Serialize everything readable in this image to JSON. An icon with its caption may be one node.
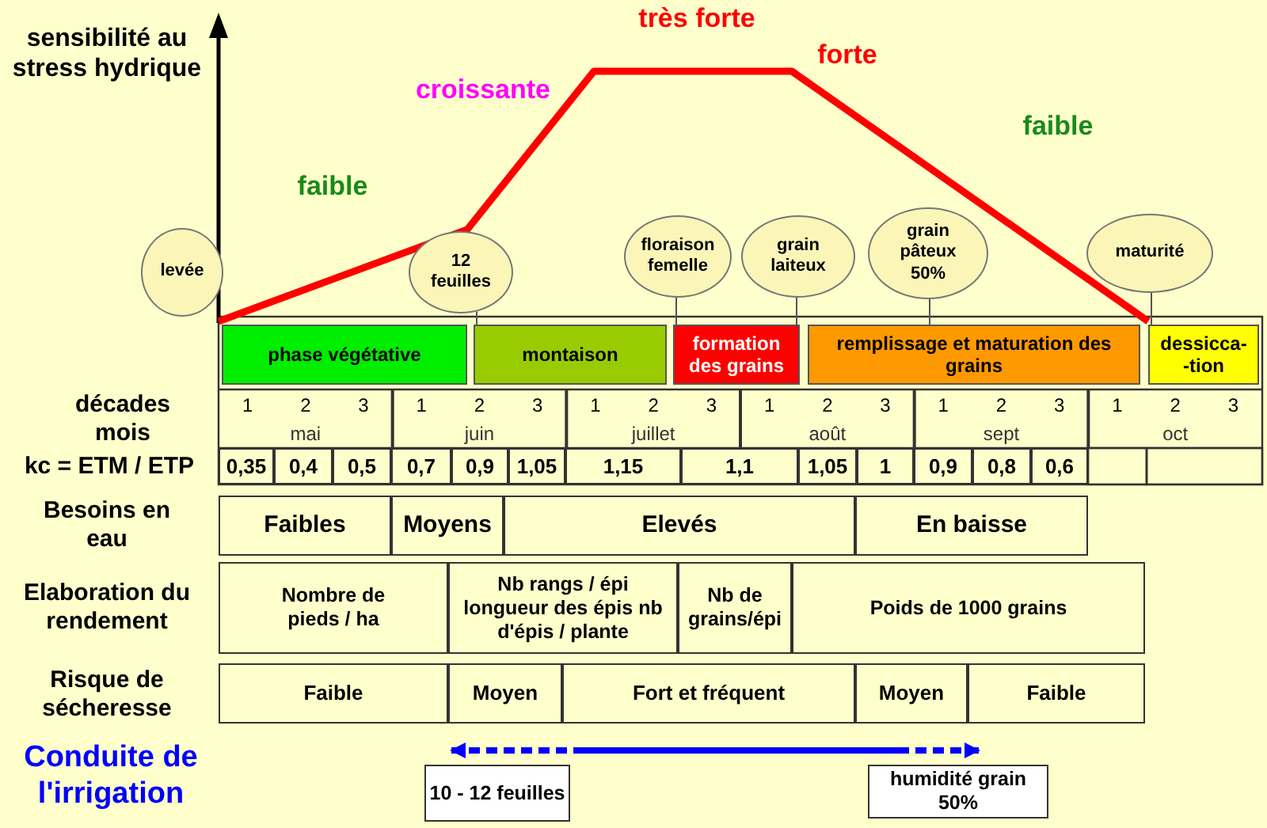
{
  "diagram": {
    "nodes": [
      {
        "text": [
          "levée"
        ]
      },
      {
        "text": [
          "12 feuilles"
        ]
      },
      {
        "text": [
          "floraison femelle"
        ]
      },
      {
        "text": [
          "grain laiteux"
        ]
      },
      {
        "text": [
          "grain pâteux 50%"
        ]
      },
      {
        "text": [
          "maturité"
        ]
      },
      {
        "text": [
          "phase végétative"
        ]
      },
      {
        "text": [
          "montaison"
        ]
      },
      {
        "text": [
          "formation des grains"
        ]
      },
      {
        "text": [
          "remplissage et maturation des grains"
        ]
      },
      {
        "text": [
          "dessicca- -tion"
        ]
      },
      {
        "text": [
          "10 - 12 feuilles"
        ]
      },
      {
        "text": [
          "humidité grain 50%"
        ]
      }
    ],
    "edges": [
      {
        "from": 1,
        "to": 7,
        "arrow": "none"
      },
      {
        "from": 2,
        "to": 8,
        "arrow": "none"
      },
      {
        "from": 3,
        "to": 8,
        "arrow": "none"
      },
      {
        "from": 4,
        "to": 9,
        "arrow": "none"
      },
      {
        "from": 5,
        "to": 10,
        "arrow": "none"
      },
      {
        "from": 11,
        "to": 12,
        "arrow": "both",
        "style": "dashed",
        "color": "#0000ff"
      }
    ],
    "labels": [
      "sensibilité au stress hydrique",
      "très forte",
      "forte",
      "croissante",
      "faible",
      "faible",
      "décades",
      "1",
      "2",
      "3",
      "1",
      "2",
      "3",
      "1",
      "2",
      "3",
      "1",
      "2",
      "3",
      "1",
      "2",
      "3",
      "1",
      "2",
      "3",
      "mois",
      "mai",
      "juin",
      "juillet",
      "août",
      "sept",
      "oct",
      "kc = ETM / ETP",
      "0,35",
      "0,4",
      "0,5",
      "0,7",
      "0,9",
      "1,05",
      "1,15",
      "1,1",
      "1,05",
      "1",
      "0,9",
      "0,8",
      "0,6",
      "Besoins en eau",
      "Faibles",
      "Moyens",
      "Elevés",
      "En baisse",
      "Elaboration du rendement",
      "Nombre de pieds / ha",
      "Nb rangs / épi longueur des épis nb d'épis / plante",
      "Nb de grains/épi",
      "Poids de 1000 grains",
      "Risque de sécheresse",
      "Faible",
      "Moyen",
      "Fort et fréquent",
      "Moyen",
      "Faible",
      "Conduite de l'irrigation"
    ]
  }
}
